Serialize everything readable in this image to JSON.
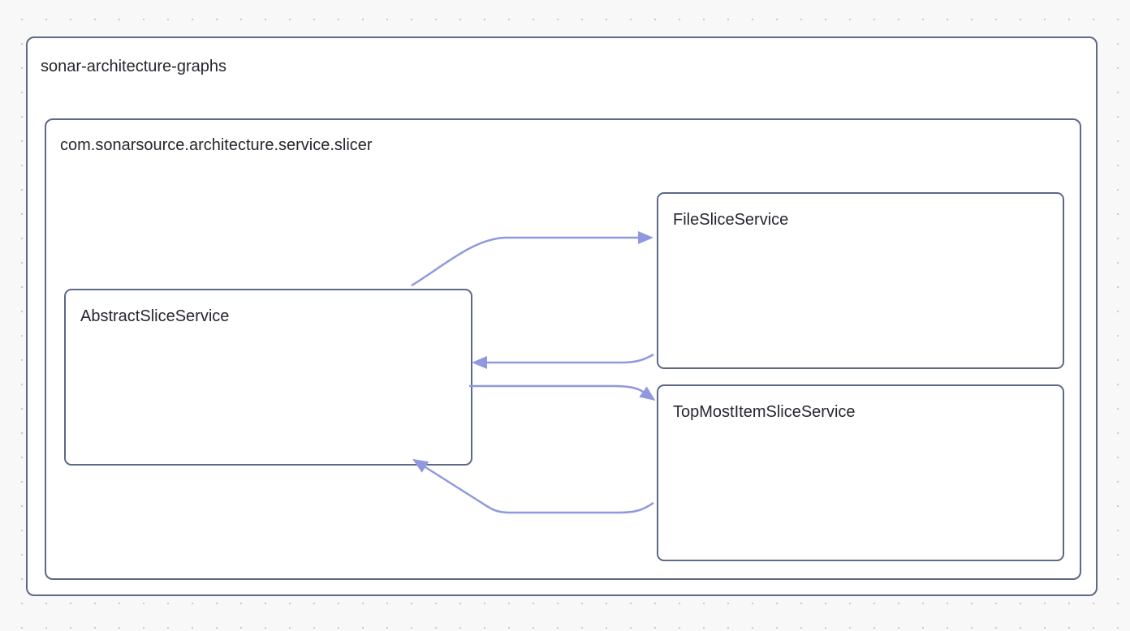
{
  "diagram": {
    "outer_group": {
      "label": "sonar-architecture-graphs"
    },
    "inner_group": {
      "label": "com.sonarsource.architecture.service.slicer"
    },
    "nodes": [
      {
        "id": "AbstractSliceService",
        "label": "AbstractSliceService"
      },
      {
        "id": "FileSliceService",
        "label": "FileSliceService"
      },
      {
        "id": "TopMostItemSliceService",
        "label": "TopMostItemSliceService"
      }
    ],
    "edges": [
      {
        "from": "AbstractSliceService",
        "to": "FileSliceService"
      },
      {
        "from": "FileSliceService",
        "to": "AbstractSliceService"
      },
      {
        "from": "AbstractSliceService",
        "to": "TopMostItemSliceService"
      },
      {
        "from": "TopMostItemSliceService",
        "to": "AbstractSliceService"
      }
    ],
    "colors": {
      "canvas_bg": "#f8f8f9",
      "dot_color": "#c8cbd6",
      "border_color": "#5d6985",
      "edge_color": "#9098e0",
      "text_color": "#26272e",
      "node_fill": "#ffffff"
    }
  }
}
